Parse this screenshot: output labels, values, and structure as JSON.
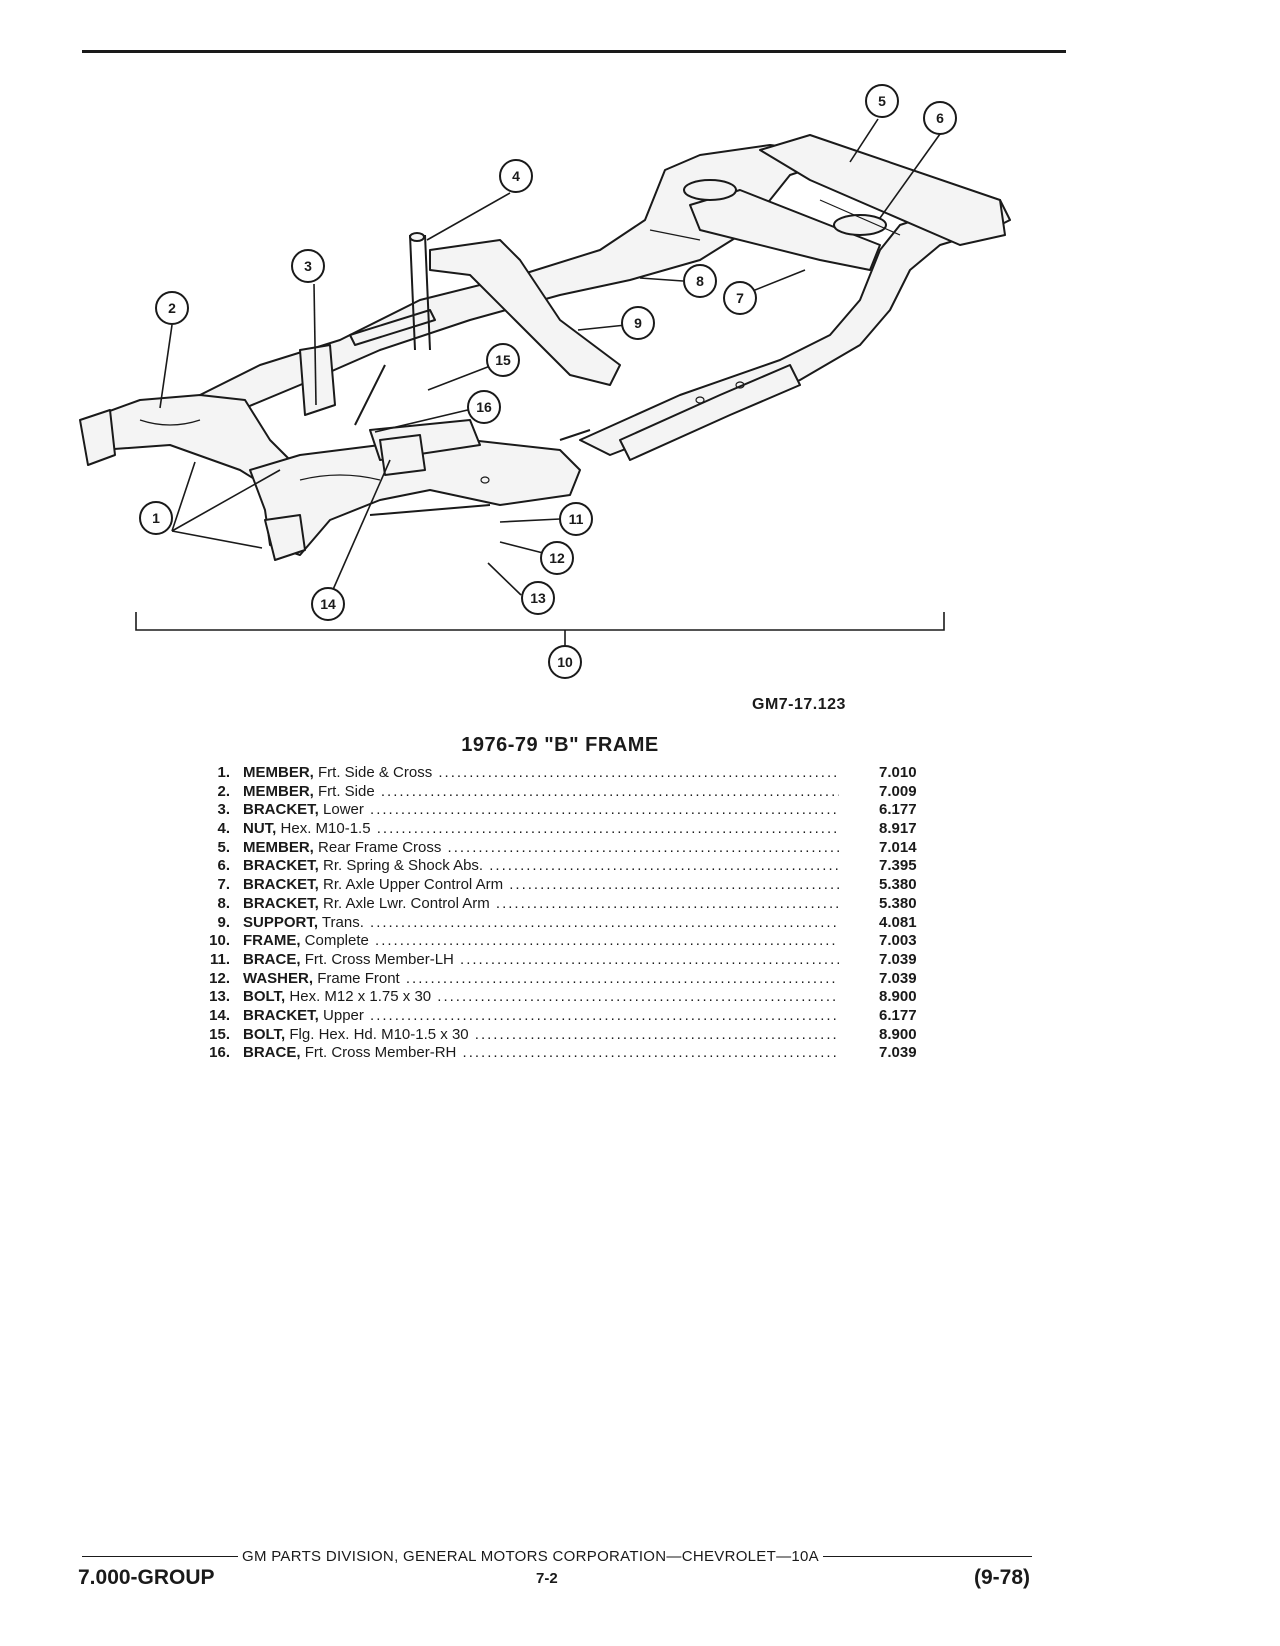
{
  "figure": {
    "code": "GM7-17.123",
    "callouts": [
      "1",
      "2",
      "3",
      "4",
      "5",
      "6",
      "7",
      "8",
      "9",
      "10",
      "11",
      "12",
      "13",
      "14",
      "15",
      "16"
    ]
  },
  "parts": {
    "title": "1976-79 \"B\" FRAME",
    "items": [
      {
        "num": "1.",
        "name": "MEMBER,",
        "desc": "Frt. Side & Cross",
        "group": "7.010"
      },
      {
        "num": "2.",
        "name": "MEMBER,",
        "desc": "Frt. Side",
        "group": "7.009"
      },
      {
        "num": "3.",
        "name": "BRACKET,",
        "desc": "Lower",
        "group": "6.177"
      },
      {
        "num": "4.",
        "name": "NUT,",
        "desc": "Hex. M10-1.5",
        "group": "8.917"
      },
      {
        "num": "5.",
        "name": "MEMBER,",
        "desc": "Rear Frame Cross",
        "group": "7.014"
      },
      {
        "num": "6.",
        "name": "BRACKET,",
        "desc": "Rr. Spring & Shock Abs.",
        "group": "7.395"
      },
      {
        "num": "7.",
        "name": "BRACKET,",
        "desc": "Rr. Axle Upper Control Arm",
        "group": "5.380"
      },
      {
        "num": "8.",
        "name": "BRACKET,",
        "desc": "Rr. Axle Lwr. Control Arm",
        "group": "5.380"
      },
      {
        "num": "9.",
        "name": "SUPPORT,",
        "desc": "Trans.",
        "group": "4.081"
      },
      {
        "num": "10.",
        "name": "FRAME,",
        "desc": "Complete",
        "group": "7.003"
      },
      {
        "num": "11.",
        "name": "BRACE,",
        "desc": "Frt. Cross Member-LH",
        "group": "7.039"
      },
      {
        "num": "12.",
        "name": "WASHER,",
        "desc": "Frame Front",
        "group": "7.039"
      },
      {
        "num": "13.",
        "name": "BOLT,",
        "desc": "Hex. M12 x 1.75 x 30",
        "group": "8.900"
      },
      {
        "num": "14.",
        "name": "BRACKET,",
        "desc": "Upper",
        "group": "6.177"
      },
      {
        "num": "15.",
        "name": "BOLT,",
        "desc": "Flg. Hex. Hd. M10-1.5 x 30",
        "group": "8.900"
      },
      {
        "num": "16.",
        "name": "BRACE,",
        "desc": "Frt. Cross Member-RH",
        "group": "7.039"
      }
    ]
  },
  "footer": {
    "division": "GM PARTS DIVISION, GENERAL MOTORS CORPORATION—CHEVROLET—10A",
    "group": "7.000-GROUP",
    "page": "7-2",
    "date": "(9-78)"
  }
}
